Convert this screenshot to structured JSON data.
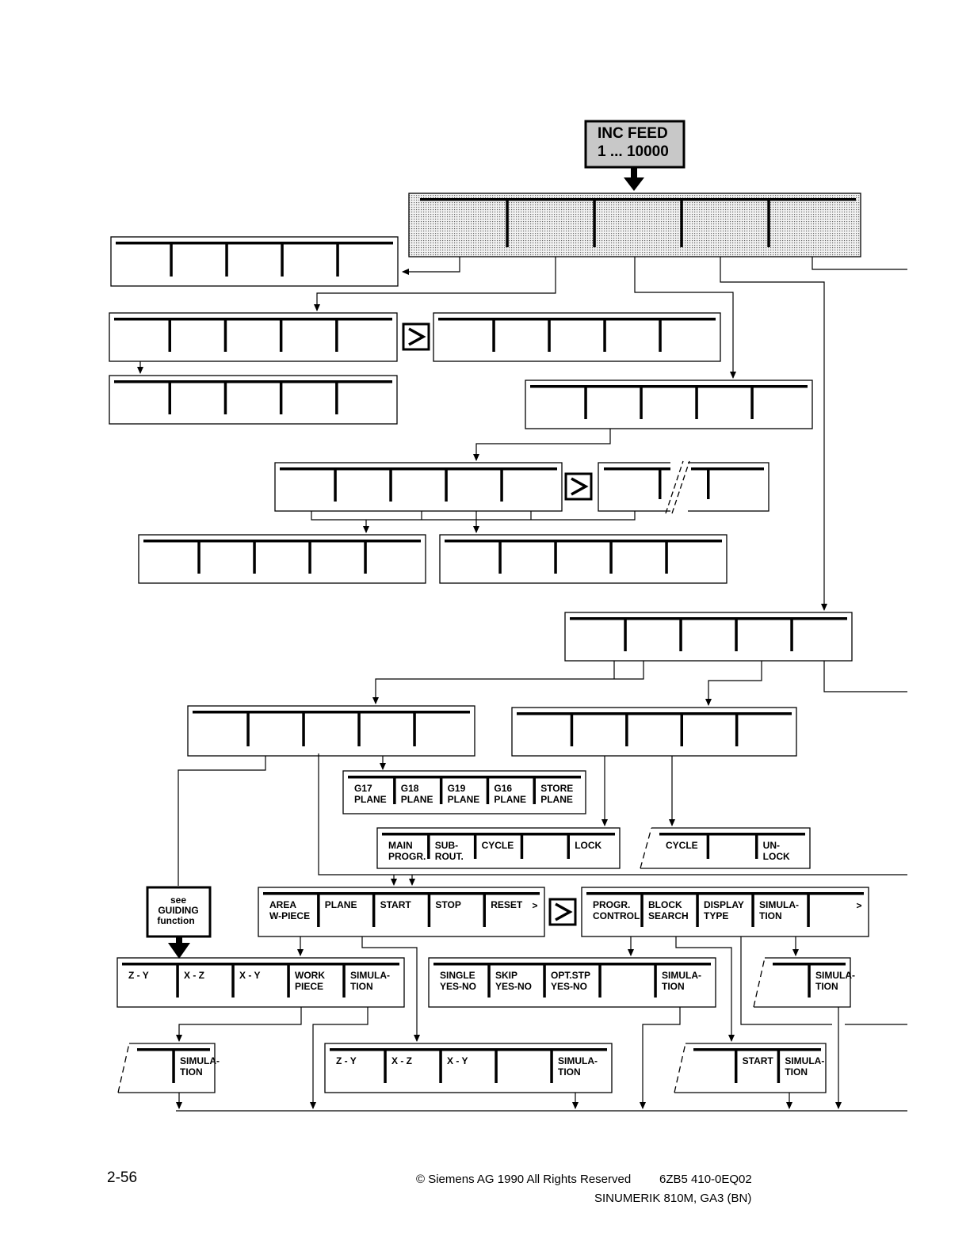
{
  "header": {
    "inc_feed_line1": "INC FEED",
    "inc_feed_line2": "1 ... 10000"
  },
  "more_symbol": ">",
  "guiding_note": [
    "see",
    "GUIDING",
    "function"
  ],
  "softkey_bars": {
    "plane_select": [
      [
        "G17",
        "PLANE"
      ],
      [
        "G18",
        "PLANE"
      ],
      [
        "G19",
        "PLANE"
      ],
      [
        "G16",
        "PLANE"
      ],
      [
        "STORE",
        "PLANE"
      ]
    ],
    "program_select": [
      [
        "MAIN",
        "PROGR."
      ],
      [
        "SUB-",
        "ROUT."
      ],
      [
        "CYCLE"
      ],
      [],
      [
        "LOCK"
      ]
    ],
    "cycle_lock": [
      [
        "CYCLE"
      ],
      [],
      [
        "UN-",
        "LOCK"
      ]
    ],
    "area_workpiece": [
      [
        "AREA",
        "W-PIECE"
      ],
      [
        "PLANE"
      ],
      [
        "START"
      ],
      [
        "STOP"
      ],
      [
        "RESET"
      ]
    ],
    "program_control": [
      [
        "PROGR.",
        "CONTROL"
      ],
      [
        "BLOCK",
        "SEARCH"
      ],
      [
        "DISPLAY",
        "TYPE"
      ],
      [
        "SIMULA-",
        "TION"
      ],
      []
    ],
    "view_select": [
      [
        "Z - Y"
      ],
      [
        "X - Z"
      ],
      [
        "X - Y"
      ],
      [
        "WORK",
        "PIECE"
      ],
      [
        "SIMULA-",
        "TION"
      ]
    ],
    "single_block": [
      [
        "SINGLE",
        "YES-NO"
      ],
      [
        "SKIP",
        "YES-NO"
      ],
      [
        "OPT.STP",
        "YES-NO"
      ],
      [],
      [
        "SIMULA-",
        "TION"
      ]
    ],
    "simulation_only_right": [
      [
        "SIMULA-",
        "TION"
      ]
    ],
    "simulation_only_left": [
      [
        "SIMULA-",
        "TION"
      ]
    ],
    "view_select_sim": [
      [
        "Z - Y"
      ],
      [
        "X - Z"
      ],
      [
        "X - Y"
      ],
      [],
      [
        "SIMULA-",
        "TION"
      ]
    ],
    "start_simulation": [
      [
        "START"
      ],
      [
        "SIMULA-",
        "TION"
      ]
    ]
  },
  "footer": {
    "page_number": "2-56",
    "copyright": "© Siemens AG 1990 All Rights Reserved",
    "order_no": "6ZB5 410-0EQ02",
    "manual_title": "SINUMERIK 810M, GA3 (BN)"
  }
}
